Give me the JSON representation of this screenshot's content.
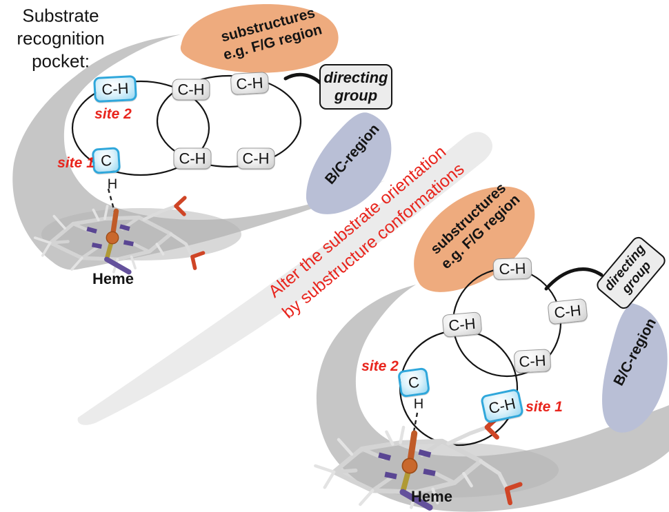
{
  "title": {
    "line1": "Substrate",
    "line2": "recognition",
    "line3": "pocket:"
  },
  "transition_text": {
    "line1": "Alter the substrate orientation",
    "line2": "by substructure conformations"
  },
  "panel_top": {
    "substructures_label": {
      "line1": "substructures",
      "line2": "e.g. F/G region"
    },
    "bc_region_label": "B/C-region",
    "directing_group": {
      "line1": "directing",
      "line2": "group"
    },
    "heme_label": "Heme",
    "site1_label": "site 1",
    "site2_label": "site 2",
    "ch_gray": [
      "C-H",
      "C-H",
      "C-H",
      "C-H"
    ],
    "ch_blue_site2": "C-H",
    "c_blue_site1": "C",
    "h_label": "H"
  },
  "panel_bottom": {
    "substructures_label": {
      "line1": "substructures",
      "line2": "e.g. F/G region"
    },
    "bc_region_label": "B/C-region",
    "directing_group": {
      "line1": "directing",
      "line2": "group"
    },
    "heme_label": "Heme",
    "site1_label": "site 1",
    "site2_label": "site 2",
    "ch_gray": [
      "C-H",
      "C-H",
      "C-H",
      "C-H"
    ],
    "c_blue_site2": "C",
    "ch_blue_site1": "C-H",
    "h_label": "H"
  },
  "colors": {
    "fg_region_orange": "#eeab7e",
    "bc_region_blue_gray": "#b9bfd6",
    "pocket_gray": "#c6c6c6",
    "swoosh_gray": "#ebebeb",
    "accent_red": "#e8251d",
    "blue_site_border": "#2fa7db",
    "heme_iron_orange": "#c9682c",
    "sulfur_yellow": "#b09a35",
    "nitrogen_purple": "#5a4693",
    "oxygen_red": "#cf4526"
  }
}
